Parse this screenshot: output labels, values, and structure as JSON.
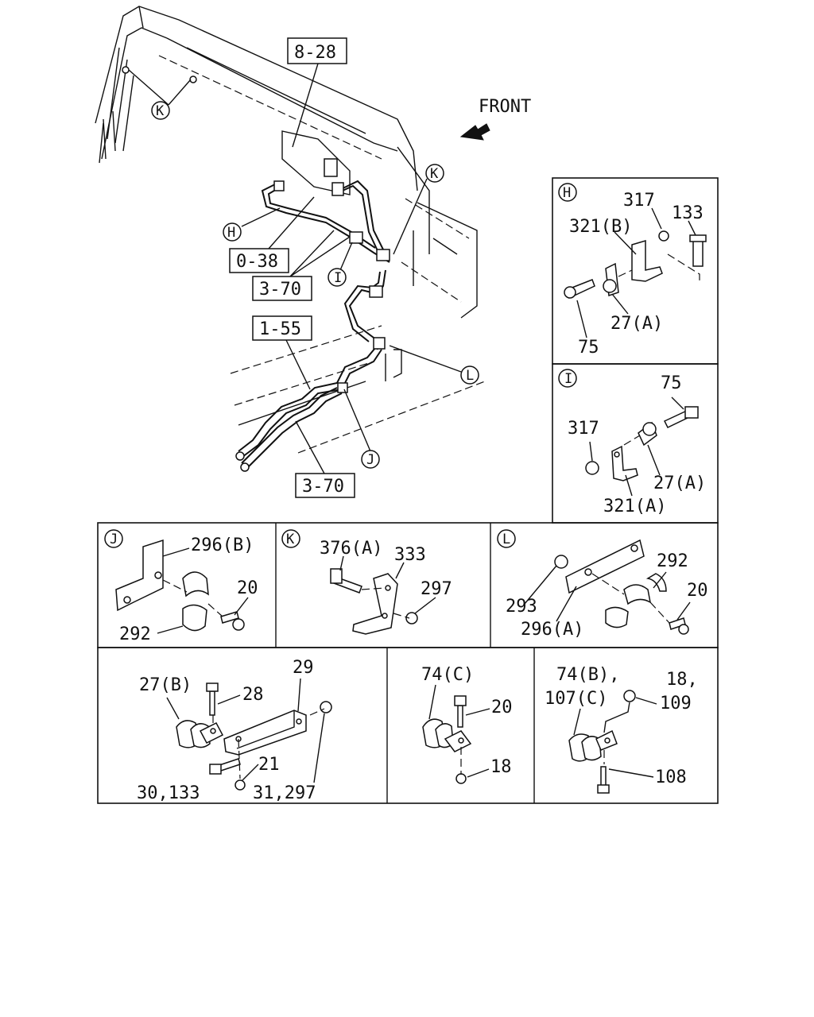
{
  "front_label": "FRONT",
  "ref_boxes": {
    "r828": "8-28",
    "r038": "0-38",
    "r370a": "3-70",
    "r155": "1-55",
    "r370b": "3-70"
  },
  "main_callouts": {
    "k_top": "K",
    "k_right": "K",
    "h": "H",
    "i": "I",
    "l": "L",
    "j": "J"
  },
  "panels": {
    "h": {
      "letter": "H",
      "labels": [
        "317",
        "133",
        "321(B)",
        "27(A)",
        "75"
      ]
    },
    "i": {
      "letter": "I",
      "labels": [
        "75",
        "317",
        "27(A)",
        "321(A)"
      ]
    },
    "j": {
      "letter": "J",
      "labels": [
        "296(B)",
        "20",
        "292"
      ]
    },
    "k": {
      "letter": "K",
      "labels": [
        "376(A)",
        "333",
        "297"
      ]
    },
    "l": {
      "letter": "L",
      "labels": [
        "292",
        "20",
        "293",
        "296(A)"
      ]
    },
    "b1": {
      "labels": [
        "29",
        "27(B)",
        "28",
        "21",
        "30,133",
        "31,297"
      ]
    },
    "b2": {
      "labels": [
        "74(C)",
        "20",
        "18"
      ]
    },
    "b3": {
      "labels": [
        "74(B),",
        "18,",
        "107(C)",
        "109",
        "108"
      ]
    }
  }
}
